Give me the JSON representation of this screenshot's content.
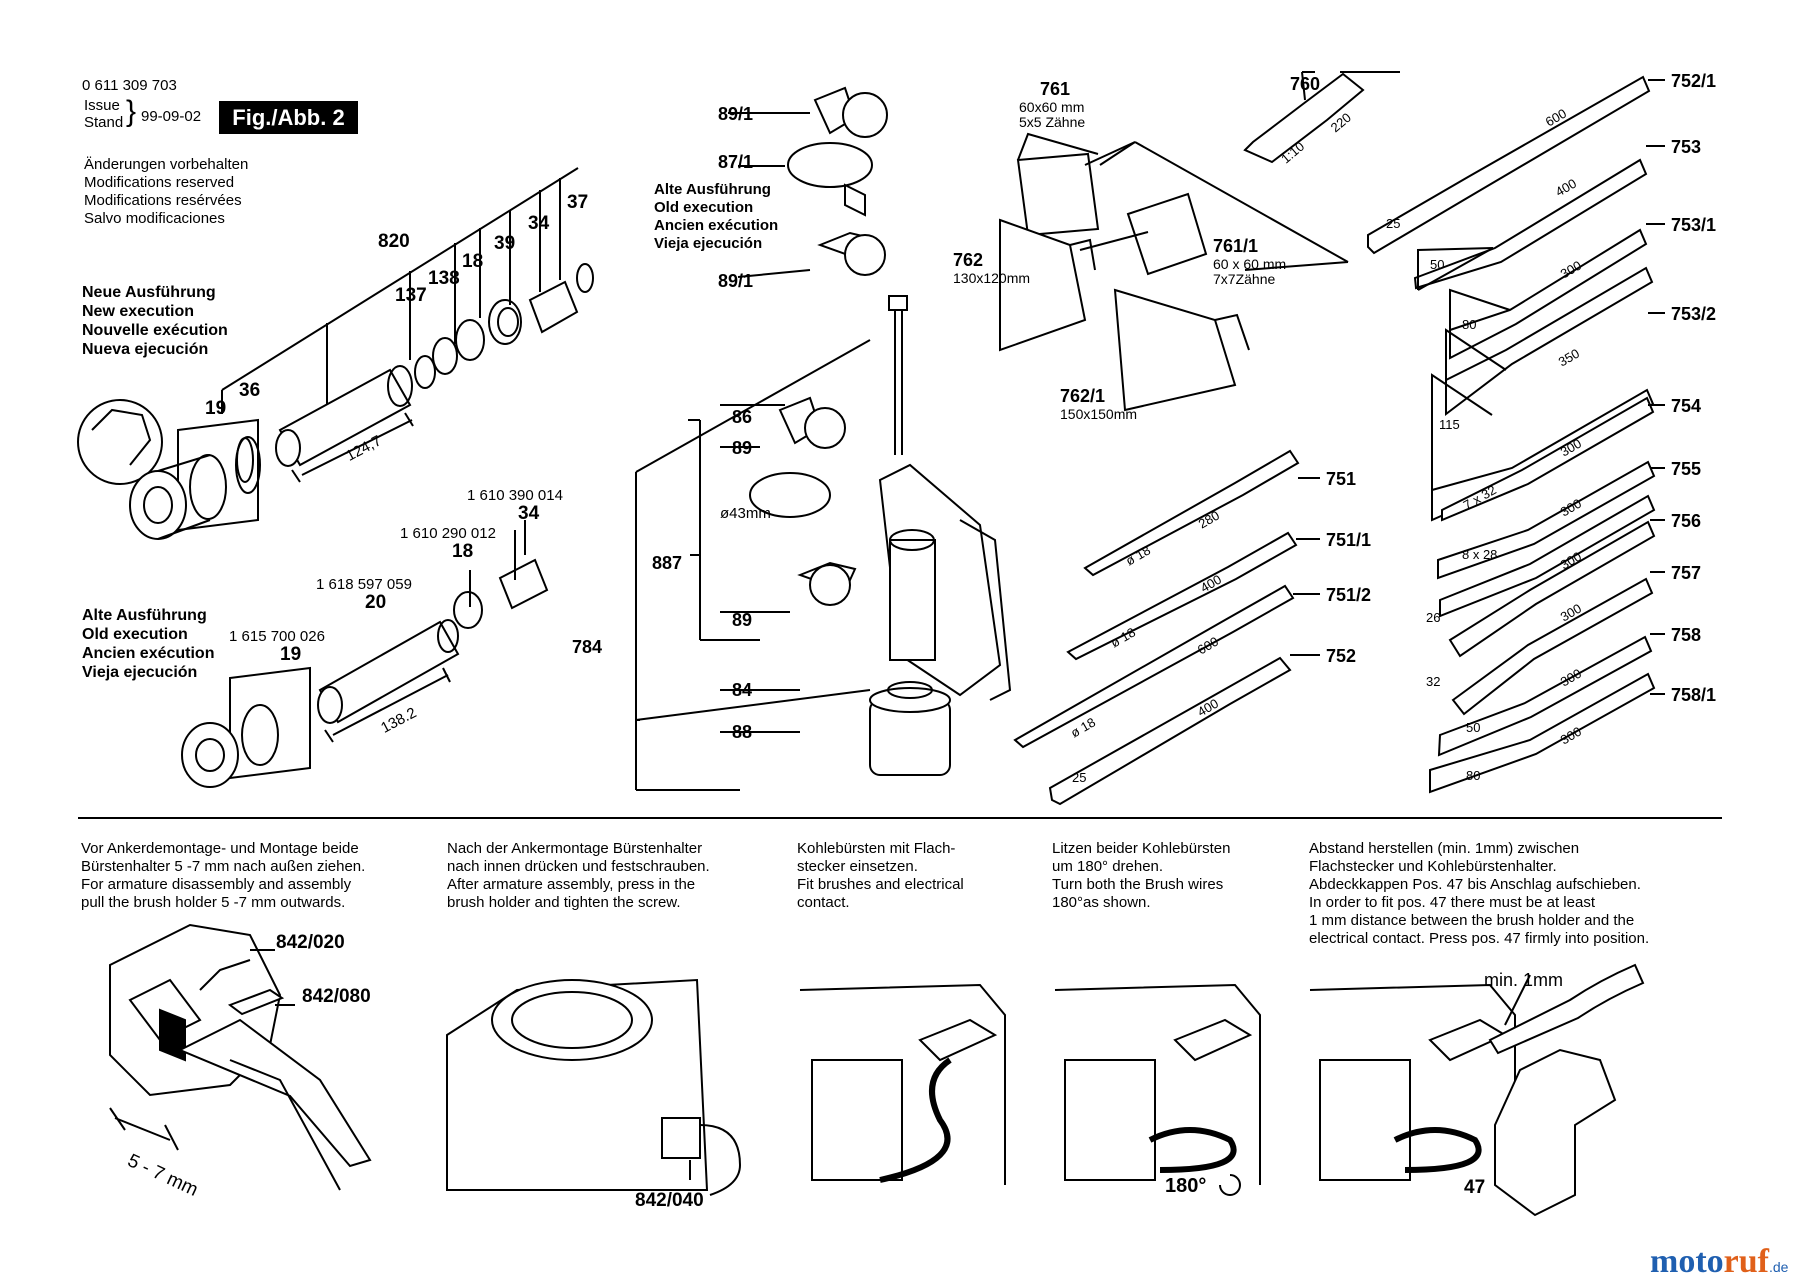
{
  "header": {
    "part_number": "0 611 309 703",
    "issue_label": "Issue",
    "stand_label": "Stand",
    "date": "99-09-02",
    "figure": "Fig./Abb. 2",
    "modifications": [
      "Änderungen vorbehalten",
      "Modifications reserved",
      "Modifications resérvées",
      "Salvo modificaciones"
    ]
  },
  "new_execution": [
    "Neue Ausführung",
    "New execution",
    "Nouvelle exécution",
    "Nueva ejecución"
  ],
  "old_execution": [
    "Alte Ausführung",
    "Old execution",
    "Ancien exécution",
    "Vieja ejecución"
  ],
  "old_execution_handle": [
    "Alte Ausführung",
    "Old execution",
    "Ancien exécution",
    "Vieja ejecución"
  ],
  "callouts": {
    "c820": "820",
    "c137": "137",
    "c138": "138",
    "c18a": "18",
    "c39": "39",
    "c34a": "34",
    "c37": "37",
    "c36": "36",
    "c19a": "19",
    "c1610390014": "1 610 390 014",
    "c34b": "34",
    "c1610290012": "1 610 290 012",
    "c18b": "18",
    "c1618597059": "1 618 597 059",
    "c20": "20",
    "c1615700026": "1 615 700 026",
    "c19b": "19",
    "c89_1a": "89/1",
    "c87_1": "87/1",
    "c89_1b": "89/1",
    "c86": "86",
    "c89a": "89",
    "c887": "887",
    "c89b": "89",
    "c784": "784",
    "c84": "84",
    "c88": "88",
    "c761": "761",
    "c761_sub1": "60x60 mm",
    "c761_sub2": "5x5 Zähne",
    "c760": "760",
    "c762": "762",
    "c762_sub": "130x120mm",
    "c761_1": "761/1",
    "c761_1_sub1": "60 x 60 mm",
    "c761_1_sub2": "7x7Zähne",
    "c762_1": "762/1",
    "c762_1_sub": "150x150mm",
    "c751": "751",
    "c751_1": "751/1",
    "c751_2": "751/2",
    "c752": "752",
    "c752_1": "752/1",
    "c753": "753",
    "c753_1": "753/1",
    "c753_2": "753/2",
    "c754": "754",
    "c755": "755",
    "c756": "756",
    "c757": "757",
    "c758": "758",
    "c758_1": "758/1",
    "c842_020": "842/020",
    "c842_080": "842/080",
    "c842_040": "842/040",
    "c47": "47"
  },
  "dimensions": {
    "d124": "124,7",
    "d138": "138.2",
    "d43": "ø43mm",
    "d5_7": "5 - 7 mm",
    "min1": "min. 1mm",
    "deg180": "180°",
    "t110": "1:10",
    "t220": "220",
    "t600a": "600",
    "t400a": "400",
    "t300a": "300",
    "t350": "350",
    "t300b": "300",
    "t300c": "300",
    "t300d": "300",
    "t300e": "300",
    "t300f": "300",
    "t300g": "300",
    "w25a": "25",
    "w50a": "50",
    "w80a": "80",
    "w115": "115",
    "w7x32": "7 x 32",
    "w8x28": "8 x 28",
    "w26": "26",
    "w32": "32",
    "w50b": "50",
    "w80b": "80",
    "p18a": "ø 18",
    "p280": "280",
    "p18b": "ø 18",
    "p400a": "400",
    "p18c": "ø 18",
    "p600": "600",
    "p25": "25",
    "p400b": "400"
  },
  "instructions": [
    [
      "Vor Ankerdemontage- und Montage beide",
      "Bürstenhalter 5 -7 mm nach außen ziehen.",
      "For armature disassembly and assembly",
      "pull the brush holder 5 -7 mm outwards."
    ],
    [
      "Nach der Ankermontage Bürstenhalter",
      "nach innen drücken und festschrauben.",
      "After armature assembly, press in the",
      "brush holder and tighten the screw."
    ],
    [
      "Kohlebürsten mit Flach-",
      "stecker einsetzen.",
      "Fit brushes and electrical",
      "contact."
    ],
    [
      "Litzen beider Kohlebürsten",
      "um 180° drehen.",
      "Turn both the Brush wires",
      "180°as shown."
    ],
    [
      "Abstand herstellen (min. 1mm) zwischen",
      "Flachstecker und Kohlebürstenhalter.",
      "Abdeckkappen Pos. 47 bis Anschlag aufschieben.",
      "In order to fit pos. 47 there must be at least",
      "1 mm distance between the brush holder and the",
      "electrical contact. Press pos. 47 firmly into position."
    ]
  ],
  "logo": {
    "a": "moto",
    "b": "ruf",
    "c": ".de"
  }
}
